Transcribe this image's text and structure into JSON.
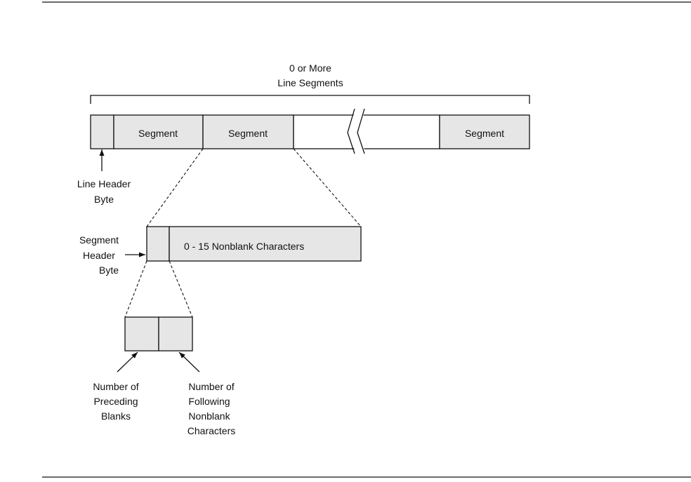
{
  "top_label": [
    "0 or More",
    "Line Segments"
  ],
  "line_row": {
    "segment_labels": [
      "Segment",
      "Segment",
      "Segment"
    ]
  },
  "line_header_label": [
    "Line Header",
    "Byte"
  ],
  "segment_header_label": [
    "Segment",
    "Header",
    "Byte"
  ],
  "segment_detail": {
    "body_label": "0 - 15 Nonblank Characters"
  },
  "preceding_label": [
    "Number of",
    "Preceding",
    "Blanks"
  ],
  "following_label": [
    "Number of",
    "Following",
    "Nonblank",
    "Characters"
  ],
  "colors": {
    "fill": "#e6e6e6",
    "stroke": "#111111"
  }
}
